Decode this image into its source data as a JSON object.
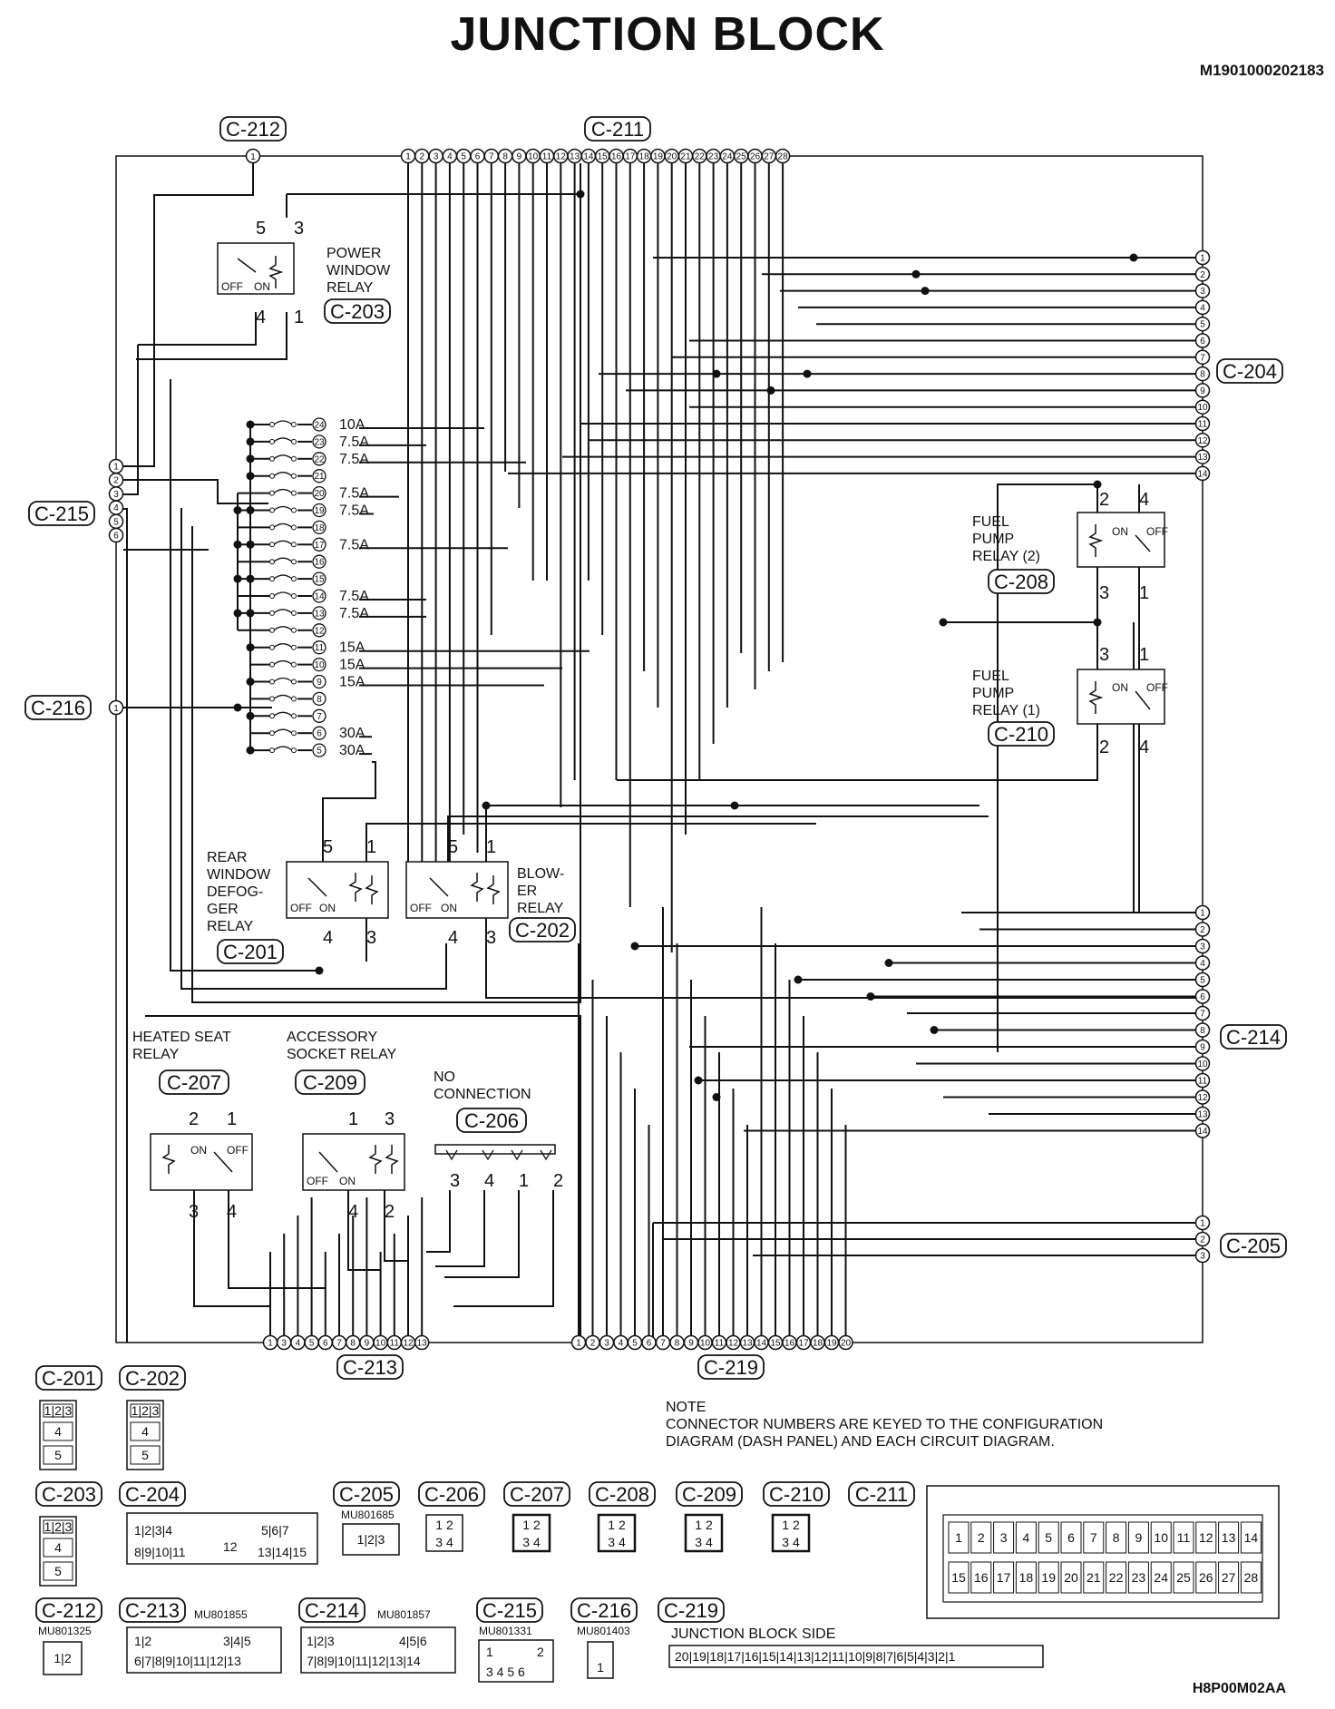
{
  "title": "JUNCTION BLOCK",
  "doc_code": "M1901000202183",
  "figure_code": "H8P00M02AA",
  "note": {
    "heading": "NOTE",
    "line1": "CONNECTOR NUMBERS ARE KEYED TO THE CONFIGURATION",
    "line2": "DIAGRAM (DASH PANEL) AND EACH CIRCUIT DIAGRAM."
  },
  "connectors": {
    "c212": "C-212",
    "c211": "C-211",
    "c203": "C-203",
    "c204": "C-204",
    "c215": "C-215",
    "c216": "C-216",
    "c208": "C-208",
    "c210": "C-210",
    "c201": "C-201",
    "c202": "C-202",
    "c207": "C-207",
    "c209": "C-209",
    "c206": "C-206",
    "c214": "C-214",
    "c205": "C-205",
    "c213": "C-213",
    "c219": "C-219"
  },
  "relays": {
    "power_window": [
      "POWER",
      "WINDOW",
      "RELAY"
    ],
    "fuel_pump_2": [
      "FUEL",
      "PUMP",
      "RELAY (2)"
    ],
    "fuel_pump_1": [
      "FUEL",
      "PUMP",
      "RELAY (1)"
    ],
    "rear_defog": [
      "REAR",
      "WINDOW",
      "DEFOG-",
      "GER",
      "RELAY"
    ],
    "blower": [
      "BLOW-",
      "ER",
      "RELAY"
    ],
    "heated_seat": [
      "HEATED SEAT",
      "RELAY"
    ],
    "accessory": [
      "ACCESSORY",
      "SOCKET RELAY"
    ],
    "no_connection": [
      "NO",
      "CONNECTION"
    ]
  },
  "fuses": [
    {
      "n": "24",
      "a": "10A"
    },
    {
      "n": "23",
      "a": "7.5A"
    },
    {
      "n": "22",
      "a": "7.5A"
    },
    {
      "n": "21",
      "a": ""
    },
    {
      "n": "20",
      "a": "7.5A"
    },
    {
      "n": "19",
      "a": "7.5A"
    },
    {
      "n": "18",
      "a": ""
    },
    {
      "n": "17",
      "a": "7.5A"
    },
    {
      "n": "16",
      "a": ""
    },
    {
      "n": "15",
      "a": ""
    },
    {
      "n": "14",
      "a": "7.5A"
    },
    {
      "n": "13",
      "a": "7.5A"
    },
    {
      "n": "12",
      "a": ""
    },
    {
      "n": "11",
      "a": "15A"
    },
    {
      "n": "10",
      "a": "15A"
    },
    {
      "n": "9",
      "a": "15A"
    },
    {
      "n": "8",
      "a": ""
    },
    {
      "n": "7",
      "a": ""
    },
    {
      "n": "6",
      "a": "30A"
    },
    {
      "n": "5",
      "a": "30A"
    }
  ],
  "part_numbers": {
    "c205": "MU801685",
    "c212": "MU801325",
    "c213": "MU801855",
    "c214": "MU801857",
    "c215": "MU801331",
    "c216": "MU801403"
  },
  "junction_side_label": "JUNCTION BLOCK SIDE",
  "off_label": "OFF",
  "on_label": "ON"
}
